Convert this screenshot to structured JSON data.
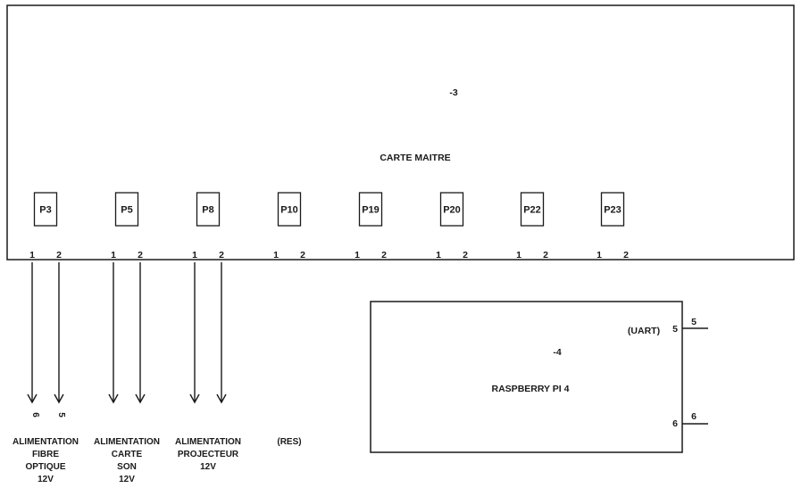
{
  "master_board": {
    "ref": "-3",
    "name": "CARTE MAITRE",
    "connectors": [
      {
        "name": "P3",
        "pins": [
          "1",
          "2"
        ]
      },
      {
        "name": "P5",
        "pins": [
          "1",
          "2"
        ]
      },
      {
        "name": "P8",
        "pins": [
          "1",
          "2"
        ]
      },
      {
        "name": "P10",
        "pins": [
          "1",
          "2"
        ]
      },
      {
        "name": "P19",
        "pins": [
          "1",
          "2"
        ]
      },
      {
        "name": "P20",
        "pins": [
          "1",
          "2"
        ]
      },
      {
        "name": "P22",
        "pins": [
          "1",
          "2"
        ]
      },
      {
        "name": "P23",
        "pins": [
          "1",
          "2"
        ]
      }
    ]
  },
  "raspberry": {
    "ref": "-4",
    "name": "RASPBERRY PI 4",
    "uart_label": "(UART)",
    "pins": [
      {
        "inner": "5",
        "outer": "5"
      },
      {
        "inner": "6",
        "outer": "6"
      }
    ]
  },
  "arrow_tip_labels": [
    "6",
    "5"
  ],
  "outputs": [
    {
      "lines": [
        "ALIMENTATION",
        "FIBRE",
        "OPTIQUE",
        "12V"
      ]
    },
    {
      "lines": [
        "ALIMENTATION",
        "CARTE",
        "SON",
        "12V"
      ]
    },
    {
      "lines": [
        "ALIMENTATION",
        "PROJECTEUR",
        "12V"
      ]
    },
    {
      "lines": [
        "(RES)"
      ]
    }
  ]
}
